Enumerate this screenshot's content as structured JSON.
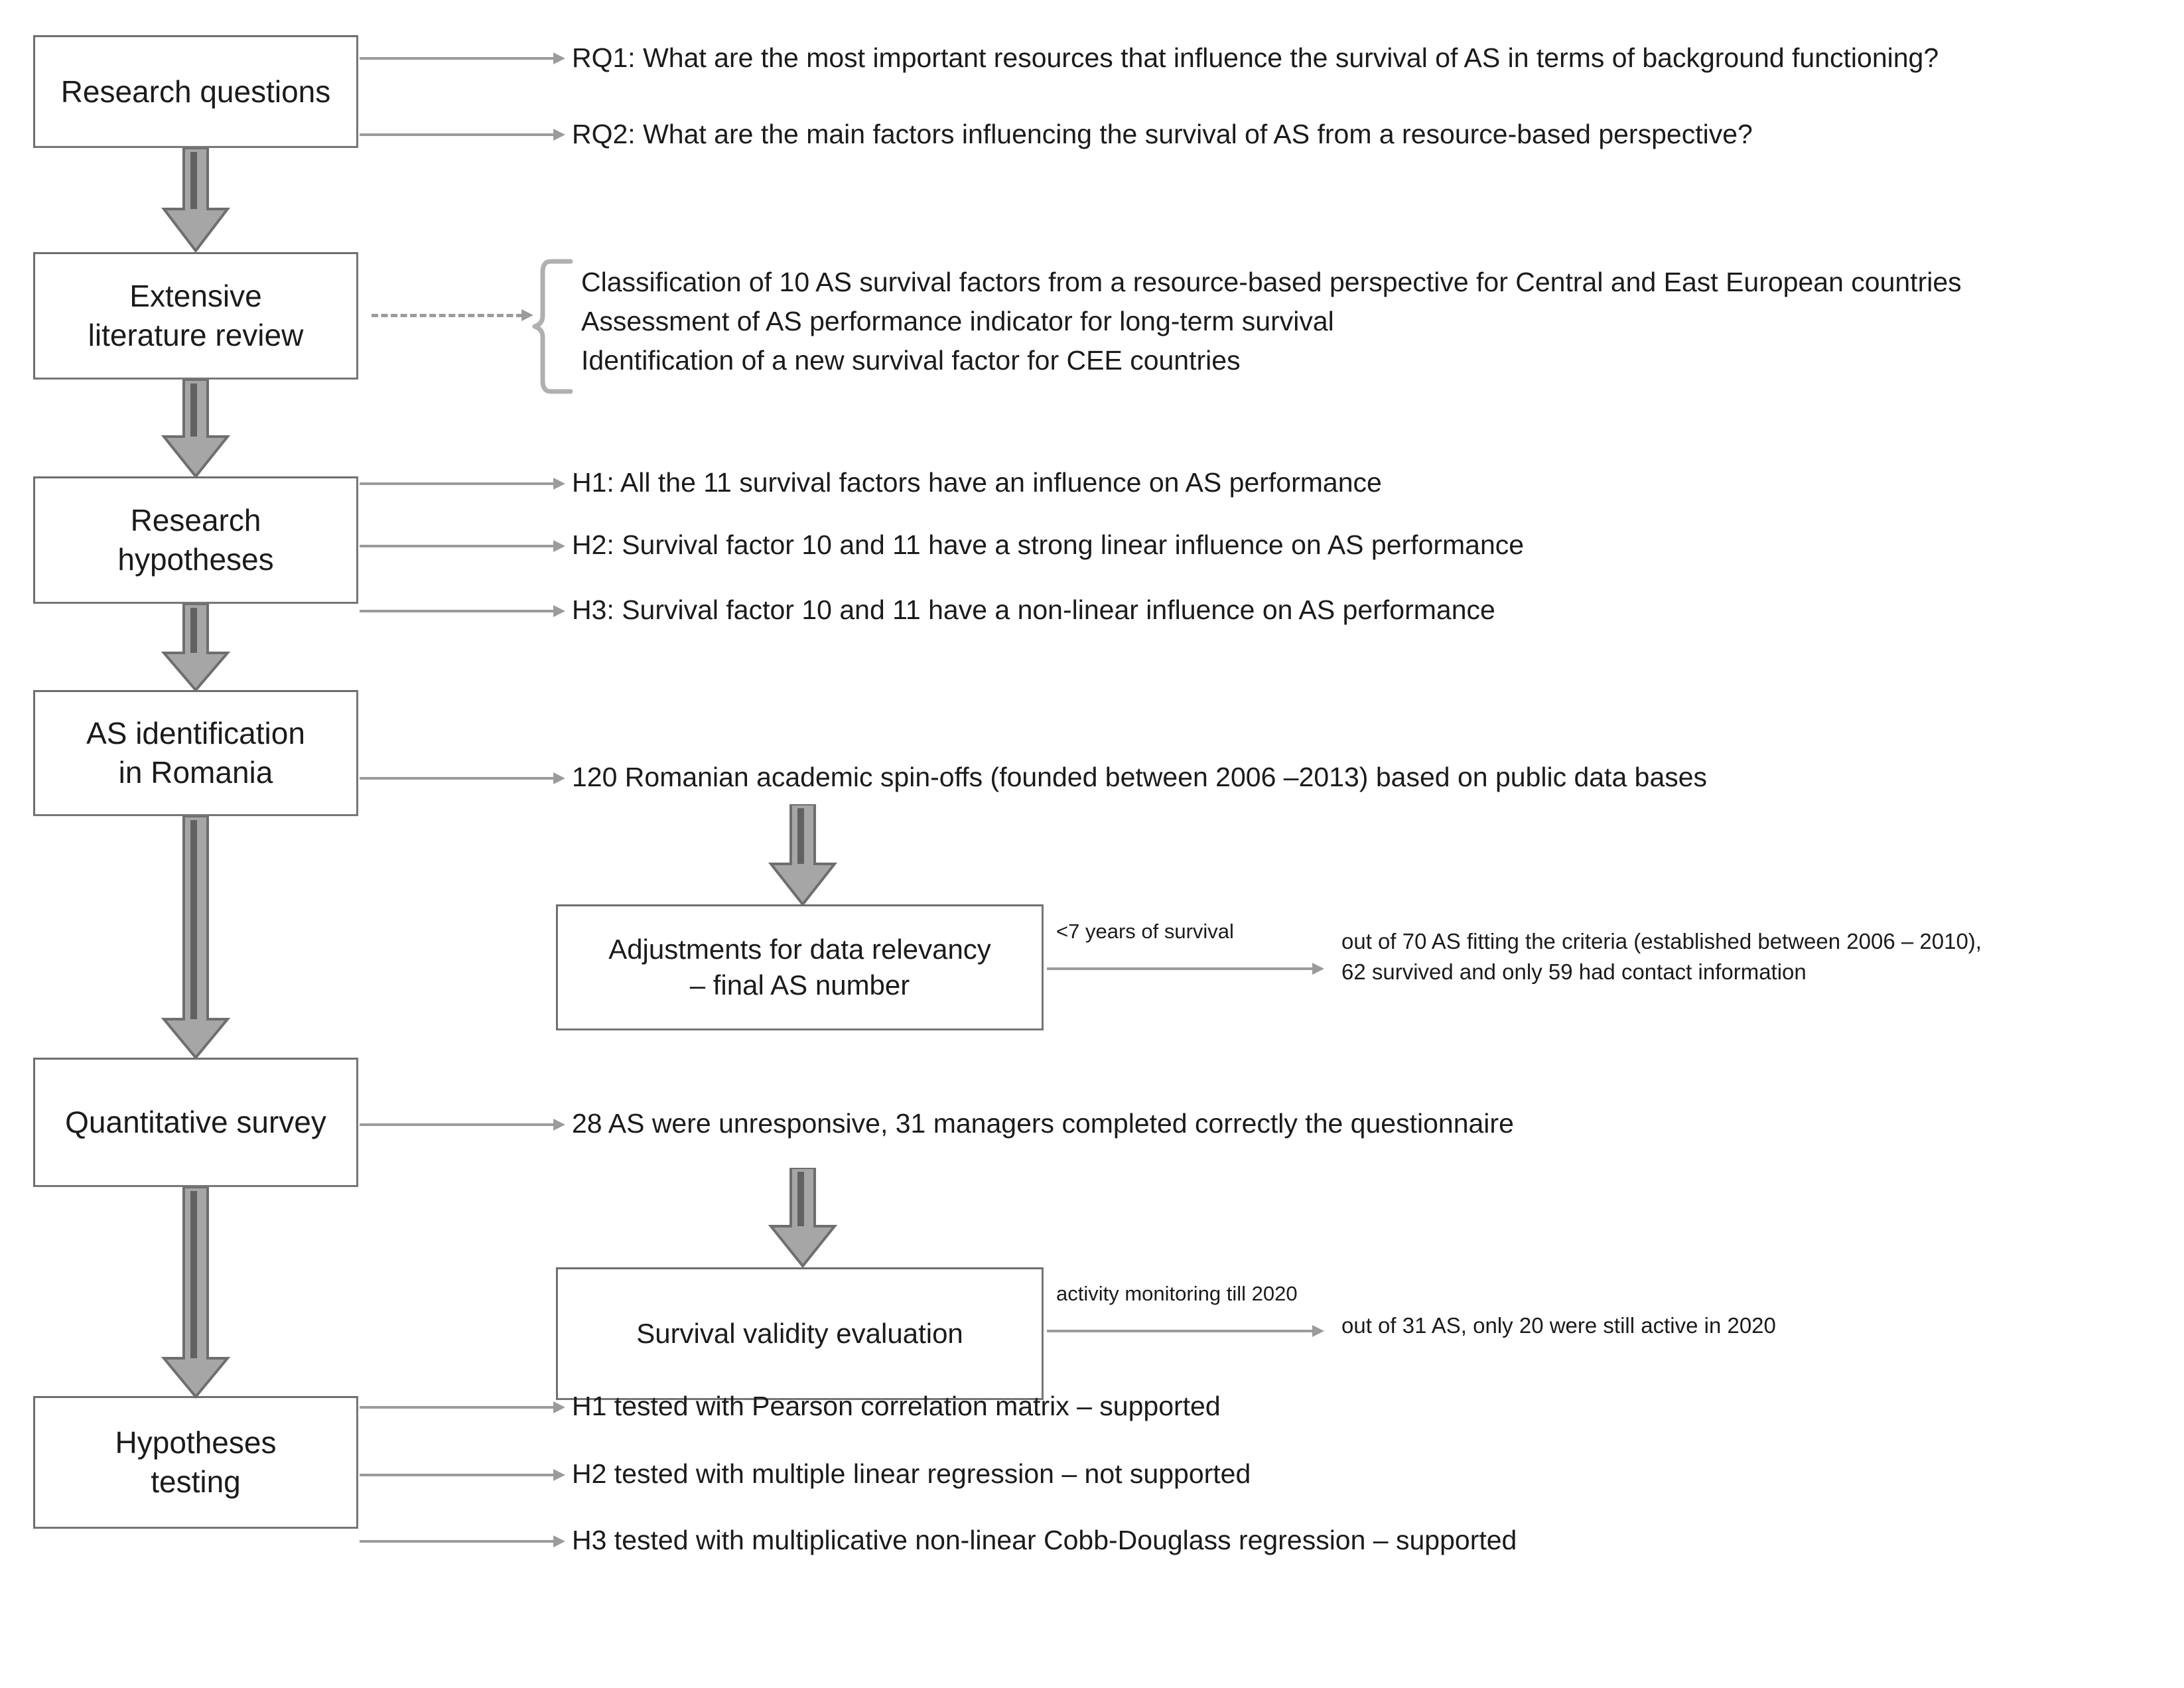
{
  "diagram": {
    "title": "Research methodology flowchart",
    "colors": {
      "box_border": "#767676",
      "arrow_gray": "#9b9b9b",
      "block_arrow_fill": "#a6a6a6",
      "block_arrow_stroke": "#6e6e6e",
      "text": "#1b1b1b",
      "background": "#ffffff"
    }
  },
  "stages": [
    {
      "id": "research-questions",
      "label": "Research questions"
    },
    {
      "id": "extensive-literature-review",
      "label": "Extensive\nliterature review"
    },
    {
      "id": "research-hypotheses",
      "label": "Research\nhypotheses"
    },
    {
      "id": "as-identification",
      "label": "AS identification\nin Romania"
    },
    {
      "id": "quantitative-survey",
      "label": "Quantitative survey"
    },
    {
      "id": "hypotheses-testing",
      "label": "Hypotheses\ntesting"
    }
  ],
  "sub_stages": [
    {
      "id": "adjustments-data-relevancy",
      "label": "Adjustments for data relevancy\n– final AS number"
    },
    {
      "id": "survival-validity-evaluation",
      "label": "Survival validity evaluation"
    }
  ],
  "research_questions": [
    "RQ1: What are the most important resources that influence the  survival of AS in terms of background functioning?",
    "RQ2: What are the main factors influencing the survival of AS from a resource-based perspective?"
  ],
  "literature_review_outputs": [
    "Classification of 10 AS survival factors from a resource-based perspective for Central and East European countries",
    "Assessment of AS performance indicator for long-term survival",
    "Identification of a new survival factor for CEE countries"
  ],
  "hypotheses": [
    "H1: All the 11 survival factors have an influence on AS performance",
    "H2: Survival factor 10 and 11 have a strong linear influence on AS performance",
    "H3: Survival factor 10 and 11 have a non-linear influence on AS performance"
  ],
  "as_identification_note": "120 Romanian academic spin-offs (founded between 2006 –2013) based on public data bases",
  "adjustments": {
    "edge_label": "<7 years of survival",
    "result": "out of 70 AS fitting the criteria (established between 2006 – 2010),\n62 survived and only 59 had contact information"
  },
  "survey_note": "28 AS were unresponsive, 31 managers completed correctly the questionnaire",
  "survival_validity": {
    "edge_label": "activity monitoring till 2020",
    "result": "out of 31 AS, only 20 were still active in 2020"
  },
  "testing_results": [
    "H1 tested with Pearson correlation matrix – supported",
    "H2 tested with multiple linear regression – not supported",
    "H3 tested with multiplicative non-linear Cobb-Douglass regression – supported"
  ]
}
